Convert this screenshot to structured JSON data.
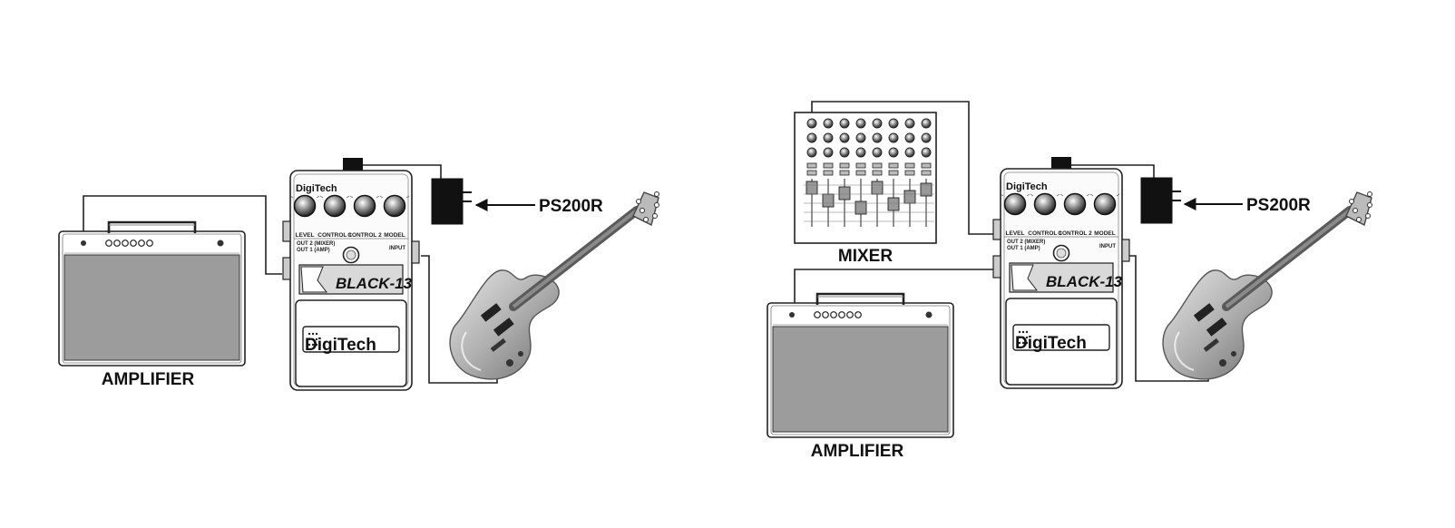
{
  "setups": [
    {
      "amp_label": "AMPLIFIER",
      "power_label": "PS200R",
      "pedal": {
        "brand": "DigiTech",
        "model_logo": "BLACK-13",
        "knob_labels": [
          "LEVEL",
          "CONTROL 1",
          "CONTROL 2",
          "MODEL"
        ],
        "jack_labels": [
          "OUT 2 (MIXER)",
          "OUT 1 (AMP)",
          "INPUT"
        ]
      }
    },
    {
      "mixer_label": "MIXER",
      "amp_label": "AMPLIFIER",
      "power_label": "PS200R",
      "pedal": {
        "brand": "DigiTech",
        "model_logo": "BLACK-13",
        "knob_labels": [
          "LEVEL",
          "CONTROL 1",
          "CONTROL 2",
          "MODEL"
        ],
        "jack_labels": [
          "OUT 2 (MIXER)",
          "OUT 1 (AMP)",
          "INPUT"
        ]
      }
    }
  ],
  "colors": {
    "line": "#222222",
    "grille": "#9c9c9c",
    "guitar": "#b4b4b4"
  }
}
